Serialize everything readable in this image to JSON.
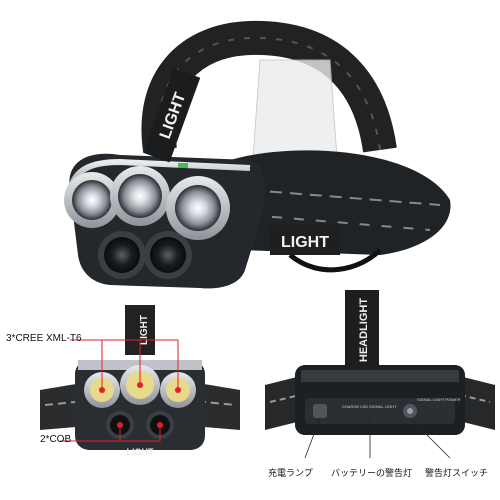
{
  "product": {
    "band_text": "LIGHT",
    "band_text_top": "HEADLIGHT"
  },
  "callouts": {
    "cree": "3*CREE XML-T6",
    "cob": "2*COB"
  },
  "rear_panel": {
    "button_left_label": "CHARGE LED",
    "button_mid_label": "SIGNAL LIGHT",
    "button_right_label": "SIGNAL LIGHT POWER"
  },
  "annotations": {
    "charge_lamp": "充電ランプ",
    "battery_warning": "バッテリーの警告灯",
    "warning_switch": "警告灯スイッチ"
  },
  "colors": {
    "marker_red": "#e0202a",
    "body_dark": "#1f2326",
    "silver": "#c9ccd0"
  }
}
